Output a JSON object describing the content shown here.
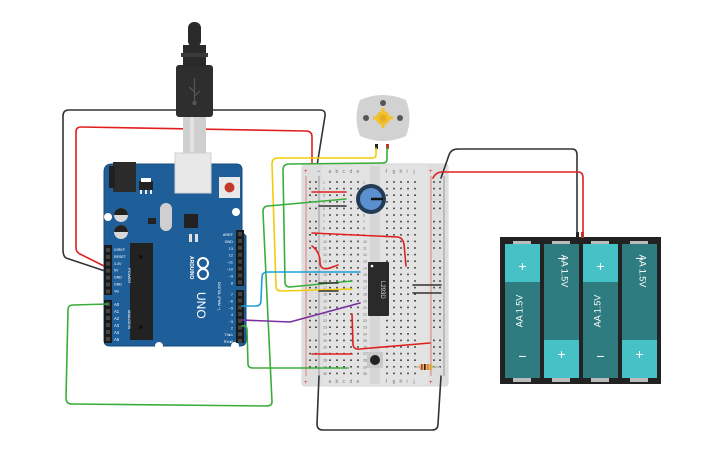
{
  "scene": "Arduino UNO + L293D DC motor circuit on breadboard",
  "arduino": {
    "brand": "ARDUINO",
    "model": "UNO",
    "power_header_label": "POWER",
    "analog_header_label": "ANALOG IN",
    "digital_header_label": "DIGITAL (PWM ~)",
    "power_pins": [
      "IOREF",
      "RESET",
      "3.3V",
      "5V",
      "GND",
      "GND",
      "Vin"
    ],
    "analog_pins": [
      "A0",
      "A1",
      "A2",
      "A3",
      "A4",
      "A5"
    ],
    "digital_pins_top": [
      "AREF",
      "GND",
      "13",
      "12",
      "~11",
      "~10",
      "~9",
      "8"
    ],
    "digital_pins_bottom": [
      "7",
      "~6",
      "~5",
      "4",
      "~3",
      "2",
      "TX▸1",
      "RX◂0"
    ],
    "on_led_label": "ON",
    "tx_label": "TX",
    "rx_label": "RX",
    "l_label": "L",
    "colors": {
      "board": "#1f5f99",
      "board_edge": "#174b7a"
    }
  },
  "usb_cable": {
    "icon": "usb-icon"
  },
  "breadboard": {
    "column_labels_left": [
      "a",
      "b",
      "c",
      "d",
      "e"
    ],
    "column_labels_right": [
      "f",
      "g",
      "h",
      "i",
      "j"
    ],
    "rows": 30,
    "rail_plus": "+",
    "rail_minus": "−"
  },
  "chip": {
    "label": "L293D"
  },
  "potentiometer": {
    "name": "Potentiometer"
  },
  "motor": {
    "name": "DC Motor"
  },
  "pushbutton": {
    "name": "Pushbutton"
  },
  "resistor": {
    "name": "Resistor"
  },
  "battery_pack": {
    "cells": [
      {
        "label": "AA 1.5V",
        "plus_at": "top"
      },
      {
        "label": "AA 1.5V",
        "plus_at": "bottom"
      },
      {
        "label": "AA 1.5V",
        "plus_at": "top"
      },
      {
        "label": "AA 1.5V",
        "plus_at": "bottom"
      }
    ],
    "plus": "+",
    "minus": "−",
    "colors": {
      "cell_dark": "#2e7b80",
      "cell_light": "#46c2c6",
      "case": "#222222"
    }
  },
  "wire_colors": {
    "red": "#e02020",
    "black": "#333333",
    "green": "#3aae3a",
    "yellow": "#f2cc0c",
    "blue": "#1aa0d8",
    "purple": "#7a2ea0"
  }
}
